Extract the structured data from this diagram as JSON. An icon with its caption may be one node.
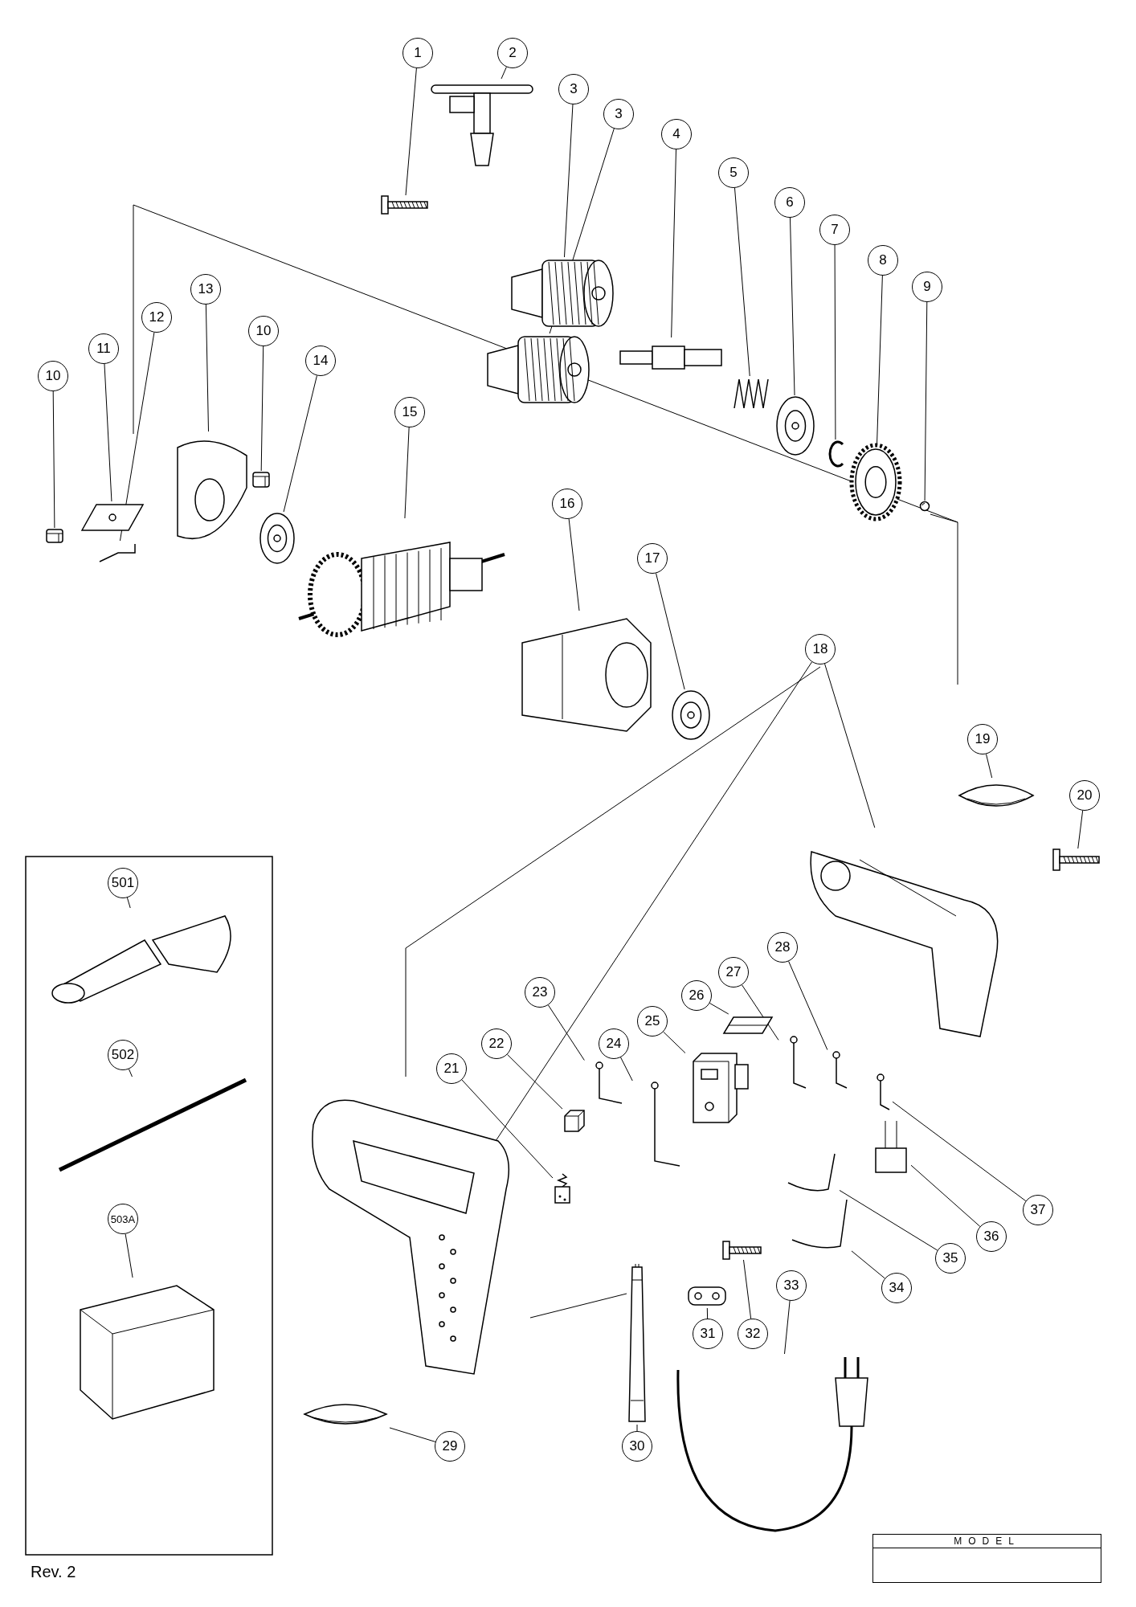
{
  "diagram": {
    "nodes": [
      {
        "text": [
          "1"
        ]
      },
      {
        "text": [
          "2"
        ]
      },
      {
        "text": [
          "3"
        ]
      },
      {
        "text": [
          "3"
        ]
      },
      {
        "text": [
          "4"
        ]
      },
      {
        "text": [
          "5"
        ]
      },
      {
        "text": [
          "6"
        ]
      },
      {
        "text": [
          "7"
        ]
      },
      {
        "text": [
          "8"
        ]
      },
      {
        "text": [
          "9"
        ]
      },
      {
        "text": [
          "10"
        ]
      },
      {
        "text": [
          "11"
        ]
      },
      {
        "text": [
          "12"
        ]
      },
      {
        "text": [
          "13"
        ]
      },
      {
        "text": [
          "10"
        ]
      },
      {
        "text": [
          "14"
        ]
      },
      {
        "text": [
          "15"
        ]
      },
      {
        "text": [
          "16"
        ]
      },
      {
        "text": [
          "17"
        ]
      },
      {
        "text": [
          "18"
        ]
      },
      {
        "text": [
          "19"
        ]
      },
      {
        "text": [
          "20"
        ]
      },
      {
        "text": [
          "501"
        ]
      },
      {
        "text": [
          "502"
        ]
      },
      {
        "text": [
          "503A"
        ]
      },
      {
        "text": [
          "21"
        ]
      },
      {
        "text": [
          "22"
        ]
      },
      {
        "text": [
          "23"
        ]
      },
      {
        "text": [
          "24"
        ]
      },
      {
        "text": [
          "25"
        ]
      },
      {
        "text": [
          "26"
        ]
      },
      {
        "text": [
          "27"
        ]
      },
      {
        "text": [
          "28"
        ]
      },
      {
        "text": [
          "29"
        ]
      },
      {
        "text": [
          "30"
        ]
      },
      {
        "text": [
          "31"
        ]
      },
      {
        "text": [
          "32"
        ]
      },
      {
        "text": [
          "33"
        ]
      },
      {
        "text": [
          "34"
        ]
      },
      {
        "text": [
          "35"
        ]
      },
      {
        "text": [
          "36"
        ]
      },
      {
        "text": [
          "37"
        ]
      },
      {
        "text": [
          "MODEL"
        ]
      },
      {
        "text": [],
        "shape": "picture"
      },
      {
        "text": [],
        "shape": "picture"
      },
      {
        "text": [],
        "shape": "picture"
      },
      {
        "text": [],
        "shape": "picture"
      },
      {
        "text": [],
        "shape": "picture"
      },
      {
        "text": [],
        "shape": "picture"
      },
      {
        "text": [],
        "shape": "picture"
      },
      {
        "text": [],
        "shape": "picture"
      },
      {
        "text": [],
        "shape": "picture"
      },
      {
        "text": [],
        "shape": "picture"
      },
      {
        "text": [],
        "shape": "picture"
      },
      {
        "text": [],
        "shape": "picture"
      },
      {
        "text": [],
        "shape": "picture"
      },
      {
        "text": [],
        "shape": "picture"
      },
      {
        "text": [],
        "shape": "picture"
      },
      {
        "text": [],
        "shape": "picture"
      },
      {
        "text": [],
        "shape": "picture"
      },
      {
        "text": [],
        "shape": "picture"
      },
      {
        "text": [],
        "shape": "picture"
      },
      {
        "text": [],
        "shape": "picture"
      },
      {
        "text": [],
        "shape": "picture"
      },
      {
        "text": [],
        "shape": "picture"
      },
      {
        "text": [],
        "shape": "picture"
      },
      {
        "text": [],
        "shape": "picture"
      },
      {
        "text": [],
        "shape": "picture"
      },
      {
        "text": [],
        "shape": "picture"
      },
      {
        "text": [],
        "shape": "picture"
      },
      {
        "text": [],
        "shape": "picture"
      },
      {
        "text": [],
        "shape": "picture"
      },
      {
        "text": [],
        "shape": "picture"
      },
      {
        "text": [],
        "shape": "picture"
      },
      {
        "text": [],
        "shape": "picture"
      },
      {
        "text": [],
        "shape": "picture"
      },
      {
        "text": [],
        "shape": "picture"
      },
      {
        "text": [],
        "shape": "picture"
      },
      {
        "text": [],
        "shape": "picture"
      },
      {
        "text": [],
        "shape": "picture"
      },
      {
        "text": [],
        "shape": "picture"
      },
      {
        "text": [],
        "shape": "picture"
      },
      {
        "text": [],
        "shape": "picture"
      },
      {
        "text": [],
        "shape": "picture"
      },
      {
        "text": [],
        "shape": "picture"
      },
      {
        "text": [],
        "shape": "picture"
      }
    ],
    "edges": [
      {
        "from": 0,
        "to": 43,
        "arrow": "none"
      },
      {
        "from": 1,
        "to": 44,
        "arrow": "none"
      },
      {
        "from": 2,
        "to": 45,
        "arrow": "none"
      },
      {
        "from": 3,
        "to": 46,
        "arrow": "none"
      },
      {
        "from": 4,
        "to": 47,
        "arrow": "none"
      },
      {
        "from": 5,
        "to": 48,
        "arrow": "none"
      },
      {
        "from": 6,
        "to": 49,
        "arrow": "none"
      },
      {
        "from": 7,
        "to": 50,
        "arrow": "none"
      },
      {
        "from": 8,
        "to": 51,
        "arrow": "none"
      },
      {
        "from": 9,
        "to": 52,
        "arrow": "none"
      },
      {
        "from": 10,
        "to": 53,
        "arrow": "none"
      },
      {
        "from": 11,
        "to": 54,
        "arrow": "none"
      },
      {
        "from": 12,
        "to": 55,
        "arrow": "none"
      },
      {
        "from": 13,
        "to": 56,
        "arrow": "none"
      },
      {
        "from": 14,
        "to": 57,
        "arrow": "none"
      },
      {
        "from": 15,
        "to": 58,
        "arrow": "none"
      },
      {
        "from": 16,
        "to": 59,
        "arrow": "none"
      },
      {
        "from": 17,
        "to": 60,
        "arrow": "none"
      },
      {
        "from": 18,
        "to": 61,
        "arrow": "none"
      },
      {
        "from": 19,
        "to": 62,
        "arrow": "none"
      },
      {
        "from": 20,
        "to": 63,
        "arrow": "none"
      },
      {
        "from": 21,
        "to": 64,
        "arrow": "none"
      },
      {
        "from": 22,
        "to": 65,
        "arrow": "none"
      },
      {
        "from": 23,
        "to": 66,
        "arrow": "none"
      },
      {
        "from": 24,
        "to": 67,
        "arrow": "none"
      },
      {
        "from": 25,
        "to": 68,
        "arrow": "none"
      },
      {
        "from": 26,
        "to": 69,
        "arrow": "none"
      },
      {
        "from": 27,
        "to": 70,
        "arrow": "none"
      },
      {
        "from": 28,
        "to": 71,
        "arrow": "none"
      },
      {
        "from": 29,
        "to": 72,
        "arrow": "none"
      },
      {
        "from": 30,
        "to": 73,
        "arrow": "none"
      },
      {
        "from": 31,
        "to": 74,
        "arrow": "none"
      },
      {
        "from": 32,
        "to": 75,
        "arrow": "none"
      },
      {
        "from": 33,
        "to": 76,
        "arrow": "none"
      },
      {
        "from": 34,
        "to": 77,
        "arrow": "none"
      },
      {
        "from": 35,
        "to": 78,
        "arrow": "none"
      },
      {
        "from": 36,
        "to": 79,
        "arrow": "none"
      },
      {
        "from": 37,
        "to": 80,
        "arrow": "none"
      },
      {
        "from": 38,
        "to": 81,
        "arrow": "none"
      },
      {
        "from": 39,
        "to": 82,
        "arrow": "none"
      },
      {
        "from": 40,
        "to": 83,
        "arrow": "none"
      },
      {
        "from": 41,
        "to": 84,
        "arrow": "none"
      },
      {
        "from": 19,
        "to": 85,
        "arrow": "none"
      }
    ],
    "labels": [
      "Rev. 2"
    ]
  }
}
